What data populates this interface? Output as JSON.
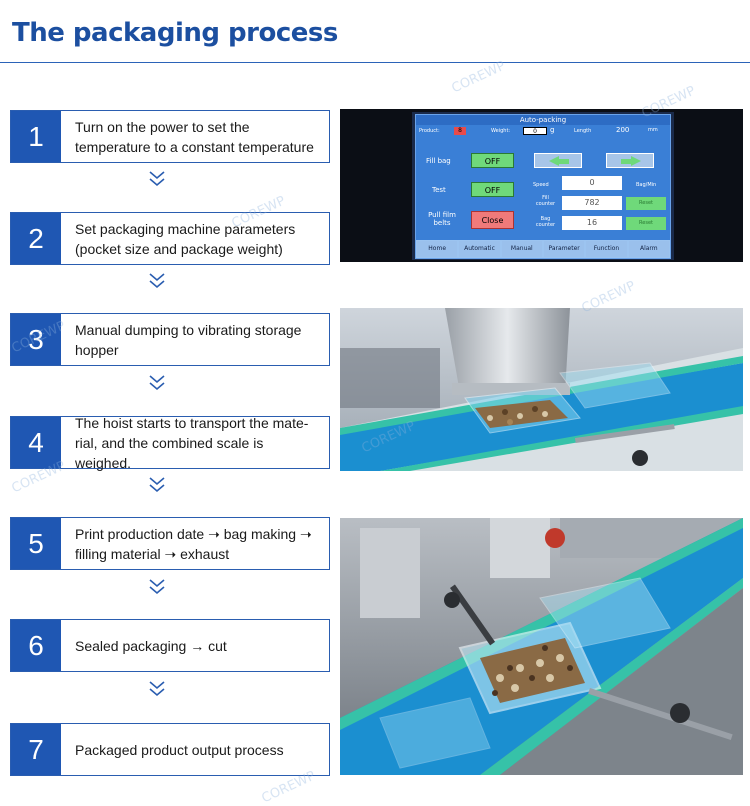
{
  "page": {
    "title": "The packaging process"
  },
  "steps": [
    {
      "num": "1",
      "text_line1": "Turn on the power to set the",
      "text_line2": "temperature to a constant temperature"
    },
    {
      "num": "2",
      "text_line1": "Set packaging machine parameters",
      "text_line2": "(pocket size and package weight)"
    },
    {
      "num": "3",
      "text_line1": "Manual dumping to vibrating storage",
      "text_line2": "hopper"
    },
    {
      "num": "4",
      "text_line1": "The hoist starts to transport the mate-",
      "text_line2": "rial, and the combined scale is weighed."
    },
    {
      "num": "5",
      "text_line1": "Print production date ➝ bag making ➝",
      "text_line2": "filling material ➝ exhaust"
    },
    {
      "num": "6",
      "text_line1": "Sealed packaging → cut",
      "text_line2": ""
    },
    {
      "num": "7",
      "text_line1": "Packaged product output process",
      "text_line2": ""
    }
  ],
  "hmi": {
    "title": "Auto-packing",
    "product_label": "Product:",
    "product_value": "8",
    "weight_label": "Weight:",
    "weight_value": "0",
    "weight_unit": "g",
    "length_label": "Length",
    "length_value": "200",
    "length_unit": "mm",
    "fill_bag_label": "Fill bag",
    "fill_bag_state": "OFF",
    "test_label": "Test",
    "test_state": "OFF",
    "pull_film_label_1": "Pull film",
    "pull_film_label_2": "belts",
    "pull_film_state": "Close",
    "speed_label": "Speed",
    "speed_value": "0",
    "speed_unit": "Bag/Min",
    "fill_counter_label_1": "Fill",
    "fill_counter_label_2": "counter",
    "fill_counter_value": "782",
    "bag_counter_label_1": "Bag",
    "bag_counter_label_2": "counter",
    "bag_counter_value": "16",
    "reset_label": "Reset",
    "tabs": [
      "Home",
      "Automatic",
      "Manual",
      "Parameter",
      "Function",
      "Alarm"
    ]
  },
  "colors": {
    "accent": "#1f57b3",
    "title": "#1c4fa0",
    "screen": "#3a7fd6",
    "belt": "#1b8fd0"
  }
}
